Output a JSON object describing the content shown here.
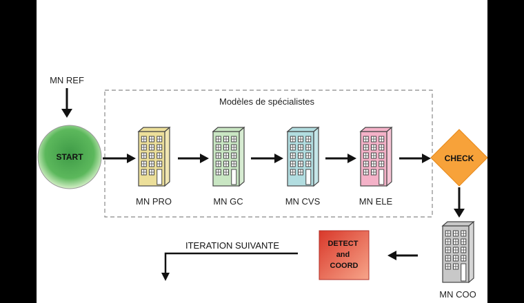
{
  "diagram": {
    "input_label": "MN REF",
    "start_label": "START",
    "group_label": "Modèles de spécialistes",
    "buildings": [
      {
        "label": "MN PRO",
        "color": "#ecdf9a"
      },
      {
        "label": "MN GC",
        "color": "#c9e6c3"
      },
      {
        "label": "MN CVS",
        "color": "#b2dde0"
      },
      {
        "label": "MN ELE",
        "color": "#f4b2c8"
      }
    ],
    "check_label": "CHECK",
    "check_color": "#f7a23a",
    "coo_label": "MN COO",
    "coo_color": "#c8c8c8",
    "detect_lines": [
      "DETECT",
      "and",
      "COORD"
    ],
    "detect_color": "#e8503a",
    "iteration_label": "ITERATION SUIVANTE",
    "start_color": "#4caf4f"
  }
}
